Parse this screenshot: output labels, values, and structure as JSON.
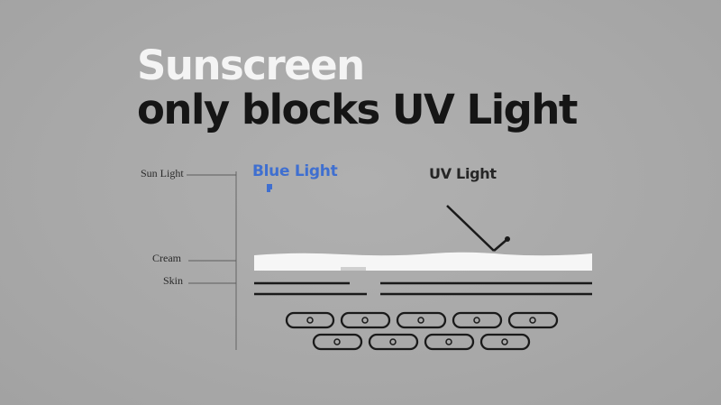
{
  "title": {
    "line1": "Sunscreen",
    "line2": "only blocks UV Light"
  },
  "labels": {
    "sun_light": "Sun Light",
    "cream": "Cream",
    "skin": "Skin",
    "blue_light": "Blue Light",
    "uv_light": "UV Light"
  },
  "colors": {
    "background": "#a9a9a9",
    "title_light": "#f4f4f4",
    "title_dark": "#151515",
    "blue_light": "#3f6fd0",
    "cream": "#f6f6f6",
    "lines": "#1a1a1a"
  }
}
